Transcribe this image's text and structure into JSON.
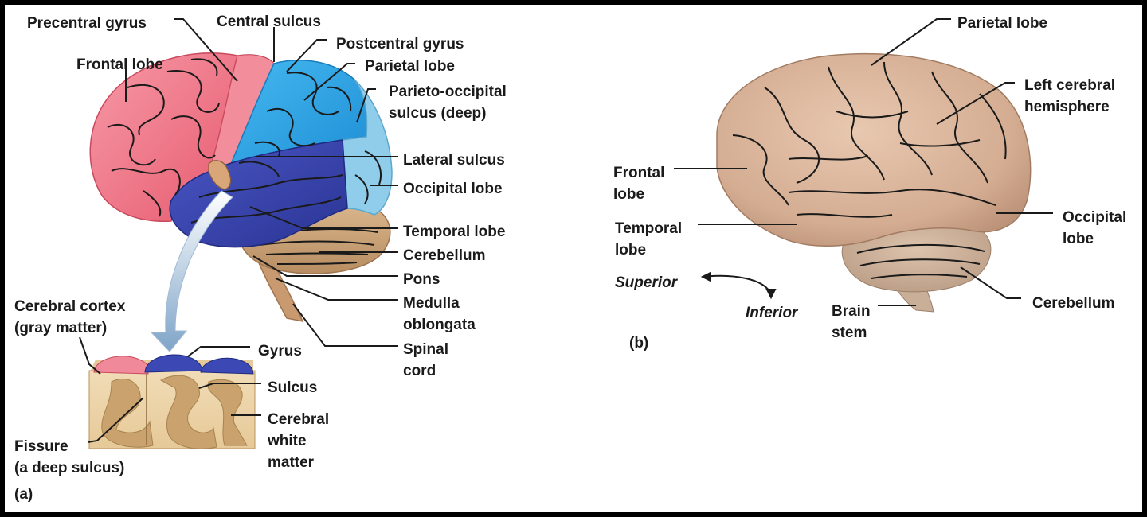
{
  "panel_a": {
    "tag": "(a)",
    "labels": {
      "precentral_gyrus": "Precentral gyrus",
      "central_sulcus": "Central sulcus",
      "postcentral_gyrus": "Postcentral gyrus",
      "frontal_lobe": "Frontal lobe",
      "parietal_lobe": "Parietal lobe",
      "parieto_occipital": "Parieto-occipital\nsulcus (deep)",
      "lateral_sulcus": "Lateral sulcus",
      "occipital_lobe": "Occipital lobe",
      "temporal_lobe": "Temporal lobe",
      "cerebellum": "Cerebellum",
      "pons": "Pons",
      "medulla": "Medulla\noblongata",
      "spinal_cord": "Spinal\ncord",
      "cerebral_cortex": "Cerebral cortex\n(gray matter)",
      "gyrus": "Gyrus",
      "sulcus": "Sulcus",
      "white_matter": "Cerebral\nwhite\nmatter",
      "fissure": "Fissure\n(a deep sulcus)"
    }
  },
  "panel_b": {
    "tag": "(b)",
    "labels": {
      "parietal_lobe": "Parietal lobe",
      "left_hemisphere": "Left cerebral\nhemisphere",
      "frontal_lobe": "Frontal\nlobe",
      "temporal_lobe": "Temporal\nlobe",
      "occipital_lobe": "Occipital\nlobe",
      "superior": "Superior",
      "inferior": "Inferior",
      "brain_stem": "Brain\nstem",
      "cerebellum": "Cerebellum"
    }
  },
  "colors": {
    "frontal": "#f06b7d",
    "parietal": "#2fa6e6",
    "occipital": "#8fcdea",
    "temporal": "#3c48b4",
    "cerebellum": "#c9a27a",
    "real_brain": "#d9b49a",
    "background": "#ffffff",
    "frame": "#000000"
  }
}
